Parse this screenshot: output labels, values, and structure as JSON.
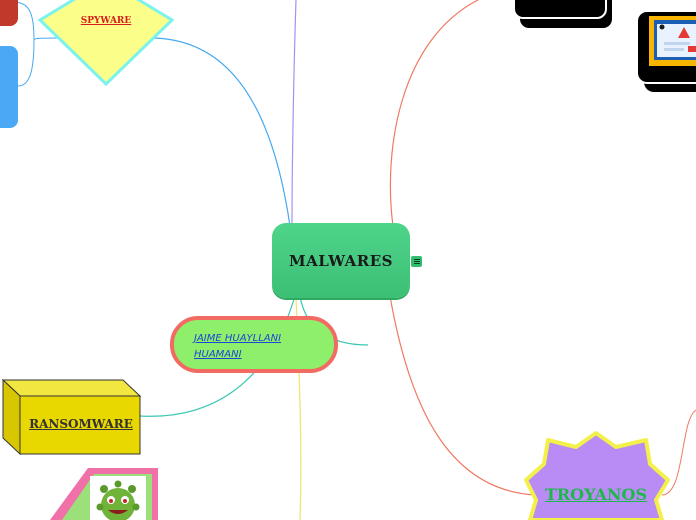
{
  "central": {
    "title": "MALWARES"
  },
  "notes_icon": "notes-icon",
  "author": {
    "name": "JAIME HUAYLLANI HUAMANI"
  },
  "branches": {
    "spyware": "SPYWARE",
    "ransomware": "RANSOMWARE",
    "troyanos": "TROYANOS"
  },
  "colors": {
    "central": "#3cbf75",
    "author_fill": "#8ef06a",
    "author_border": "#f26b63",
    "ransomware_fill": "#e8d800",
    "spyware_fill": "#fbff8a",
    "spyware_border": "#7cf2ee",
    "troyanos_fill": "#b98cf5",
    "troyanos_border": "#f4f04a",
    "link_purple": "#a98ff0",
    "link_red": "#ef7a62",
    "link_blue": "#46a9ef",
    "link_teal": "#3cc7b3",
    "link_yellow": "#f1e36a"
  }
}
